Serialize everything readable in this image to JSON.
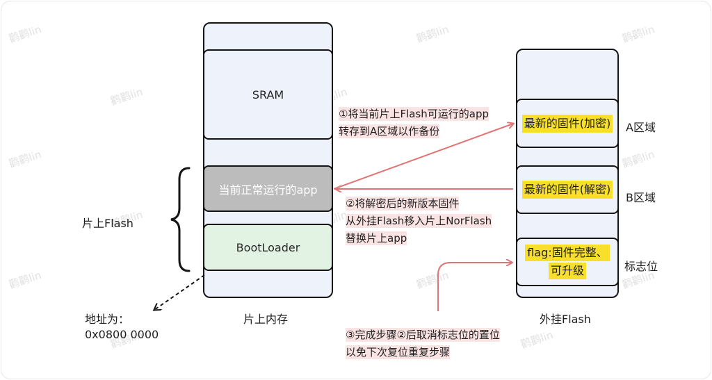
{
  "internal": {
    "sram": "SRAM",
    "current_app": "当前正常运行的app",
    "bootloader": "BootLoader",
    "caption": "片上内存",
    "brace_label": "片上Flash",
    "address_label": "地址为：",
    "address_value": "0x0800 0000"
  },
  "external": {
    "region_a_content": "最新的固件(加密)",
    "region_b_content": "最新的固件(解密)",
    "flag_line1": "flag:固件完整、",
    "flag_line2": "可升级",
    "region_a_label": "A区域",
    "region_b_label": "B区域",
    "flag_label": "标志位",
    "caption": "外挂Flash"
  },
  "steps": {
    "step1_line1": "①将当前片上Flash可运行的app",
    "step1_line2": "转存到A区域以作备份",
    "step2_line1": "②将解密后的新版本固件",
    "step2_line2": "从外挂Flash移入片上NorFlash",
    "step2_line3": "替换片上app",
    "step3_line1": "③完成步骤②后取消标志位的置位",
    "step3_line2": "以免下次复位重复步骤"
  },
  "watermark": "鹳鹳lin",
  "colors": {
    "arrow": "#e07474",
    "highlight": "#f7df2b",
    "note_bg": "#fae3e3",
    "app_bg": "#bcbcbc",
    "boot_bg": "#e2f3e3",
    "block_bg": "#eef2fb"
  }
}
